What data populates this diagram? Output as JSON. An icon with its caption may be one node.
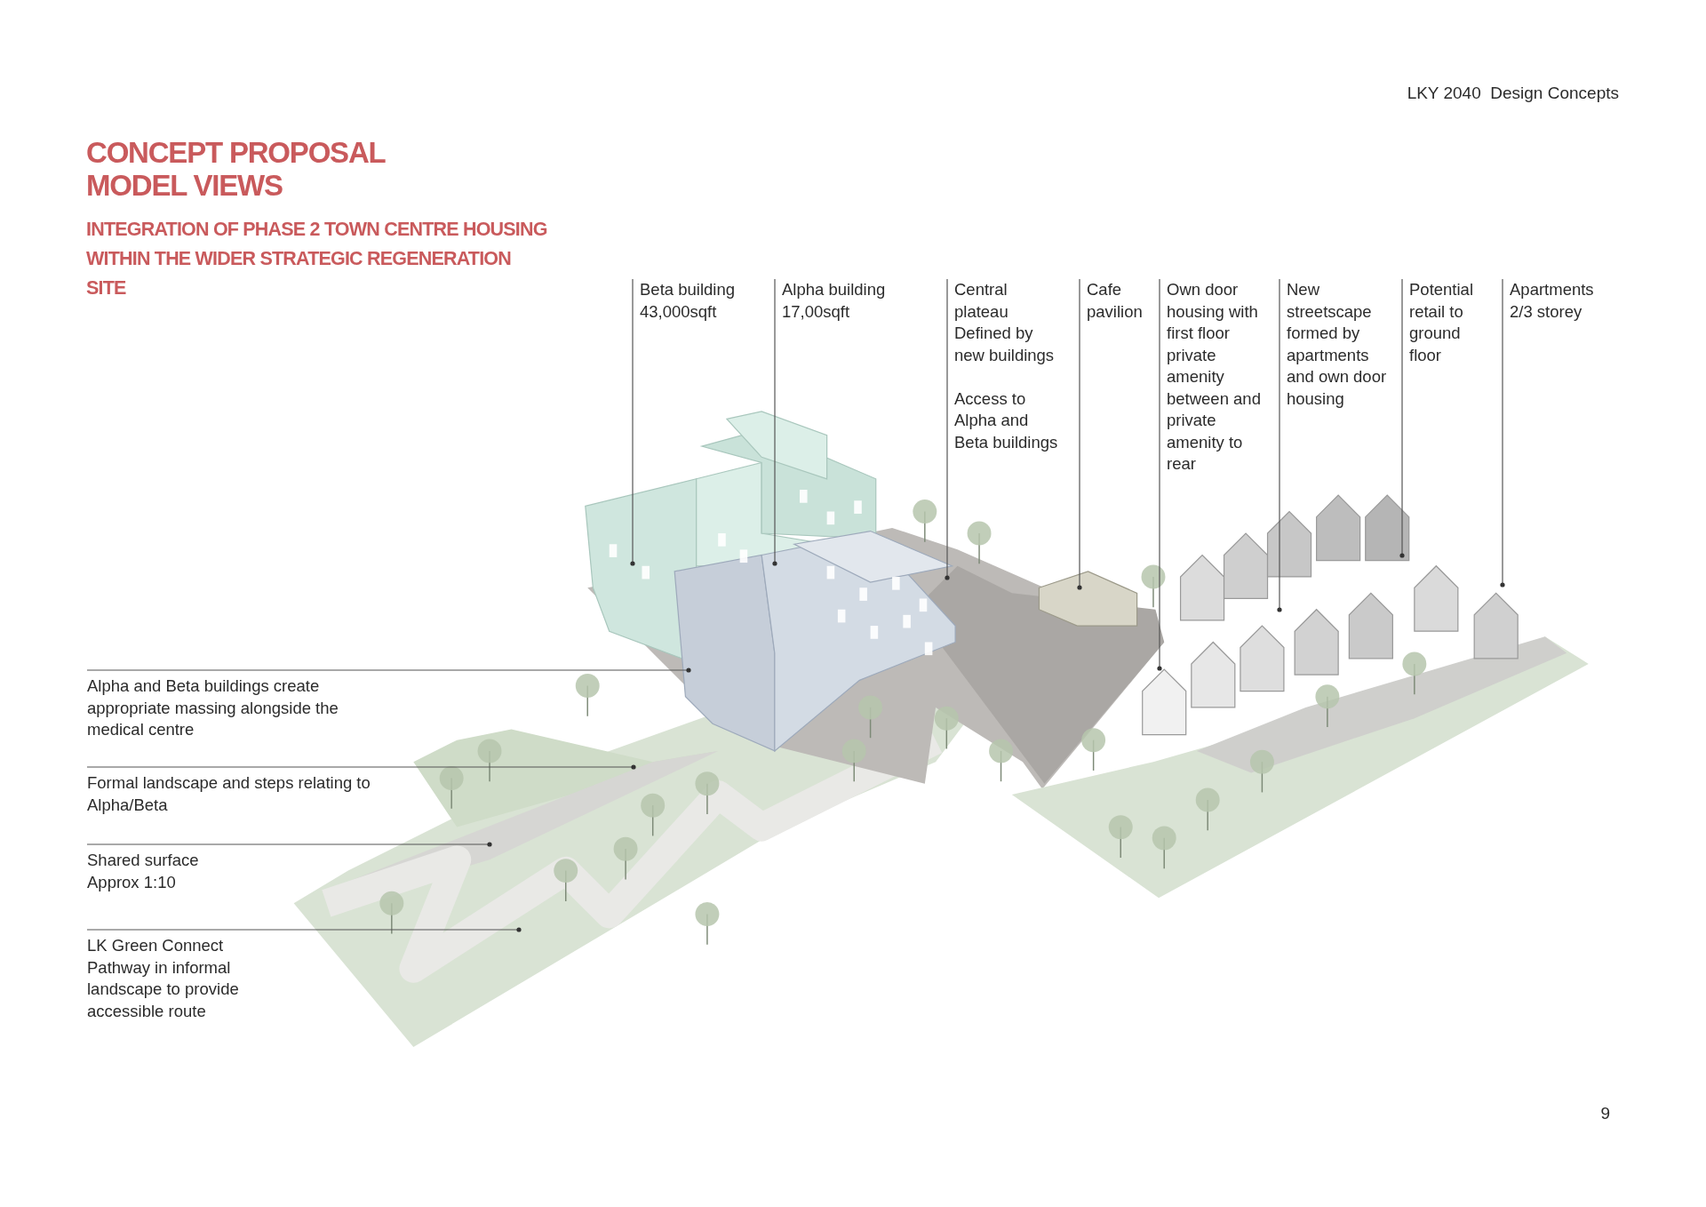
{
  "diagram": {
    "title": "CONCEPT PROPOSAL MODEL VIEWS",
    "nodes": [
      {
        "text": [
          "Beta building 43,000sqft"
        ]
      },
      {
        "text": [
          "Alpha building 17,00sqft"
        ]
      },
      {
        "text": [
          "Central plateau Defined by new buildings",
          "Access to Alpha and Beta buildings"
        ]
      },
      {
        "text": [
          "Cafe pavilion"
        ]
      },
      {
        "text": [
          "Own door housing with first floor private amenity between and private amenity to rear"
        ]
      },
      {
        "text": [
          "New streetscape formed by apartments and own door housing"
        ]
      },
      {
        "text": [
          "Potential retail to ground floor"
        ]
      },
      {
        "text": [
          "Apartments 2/3 storey"
        ]
      },
      {
        "text": [
          "Alpha and Beta buildings create appropriate massing alongside the medical centre"
        ]
      },
      {
        "text": [
          "Formal landscape and steps relating to Alpha/Beta"
        ]
      },
      {
        "text": [
          "Shared surface Approx 1:10"
        ]
      },
      {
        "text": [
          "LK Green Connect Pathway in informal landscape to provide accessible route"
        ]
      }
    ],
    "edges": [
      {
        "from": 0,
        "to": null,
        "arrow": "other"
      },
      {
        "from": 1,
        "to": null,
        "arrow": "other"
      },
      {
        "from": 2,
        "to": null,
        "arrow": "other"
      },
      {
        "from": 3,
        "to": null,
        "arrow": "other"
      },
      {
        "from": 4,
        "to": null,
        "arrow": "other"
      },
      {
        "from": 5,
        "to": null,
        "arrow": "other"
      },
      {
        "from": 6,
        "to": null,
        "arrow": "other"
      },
      {
        "from": 7,
        "to": null,
        "arrow": "other"
      },
      {
        "from": 8,
        "to": null,
        "arrow": "other"
      },
      {
        "from": 9,
        "to": null,
        "arrow": "other"
      },
      {
        "from": 10,
        "to": null,
        "arrow": "other"
      },
      {
        "from": 11,
        "to": null,
        "arrow": "other"
      }
    ],
    "labels": [
      "LKY 2040  Design Concepts",
      "INTEGRATION OF PHASE 2 TOWN CENTRE HOUSING WITHIN THE WIDER STRATEGIC REGENERATION SITE",
      "9"
    ]
  }
}
